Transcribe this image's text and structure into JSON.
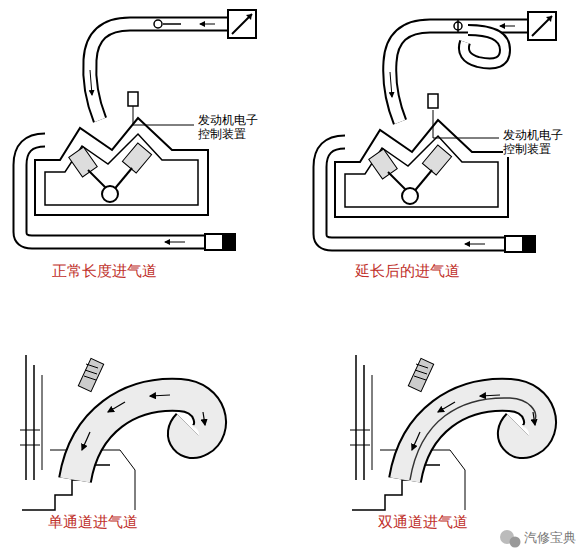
{
  "diagram": {
    "labels": [
      "发动机电子 控制装置",
      "发动机电子 控制装置",
      "正常长度进气道",
      "延长后的进气道",
      "单通道进气道",
      "双通道进气道",
      "汽修宝典"
    ]
  }
}
